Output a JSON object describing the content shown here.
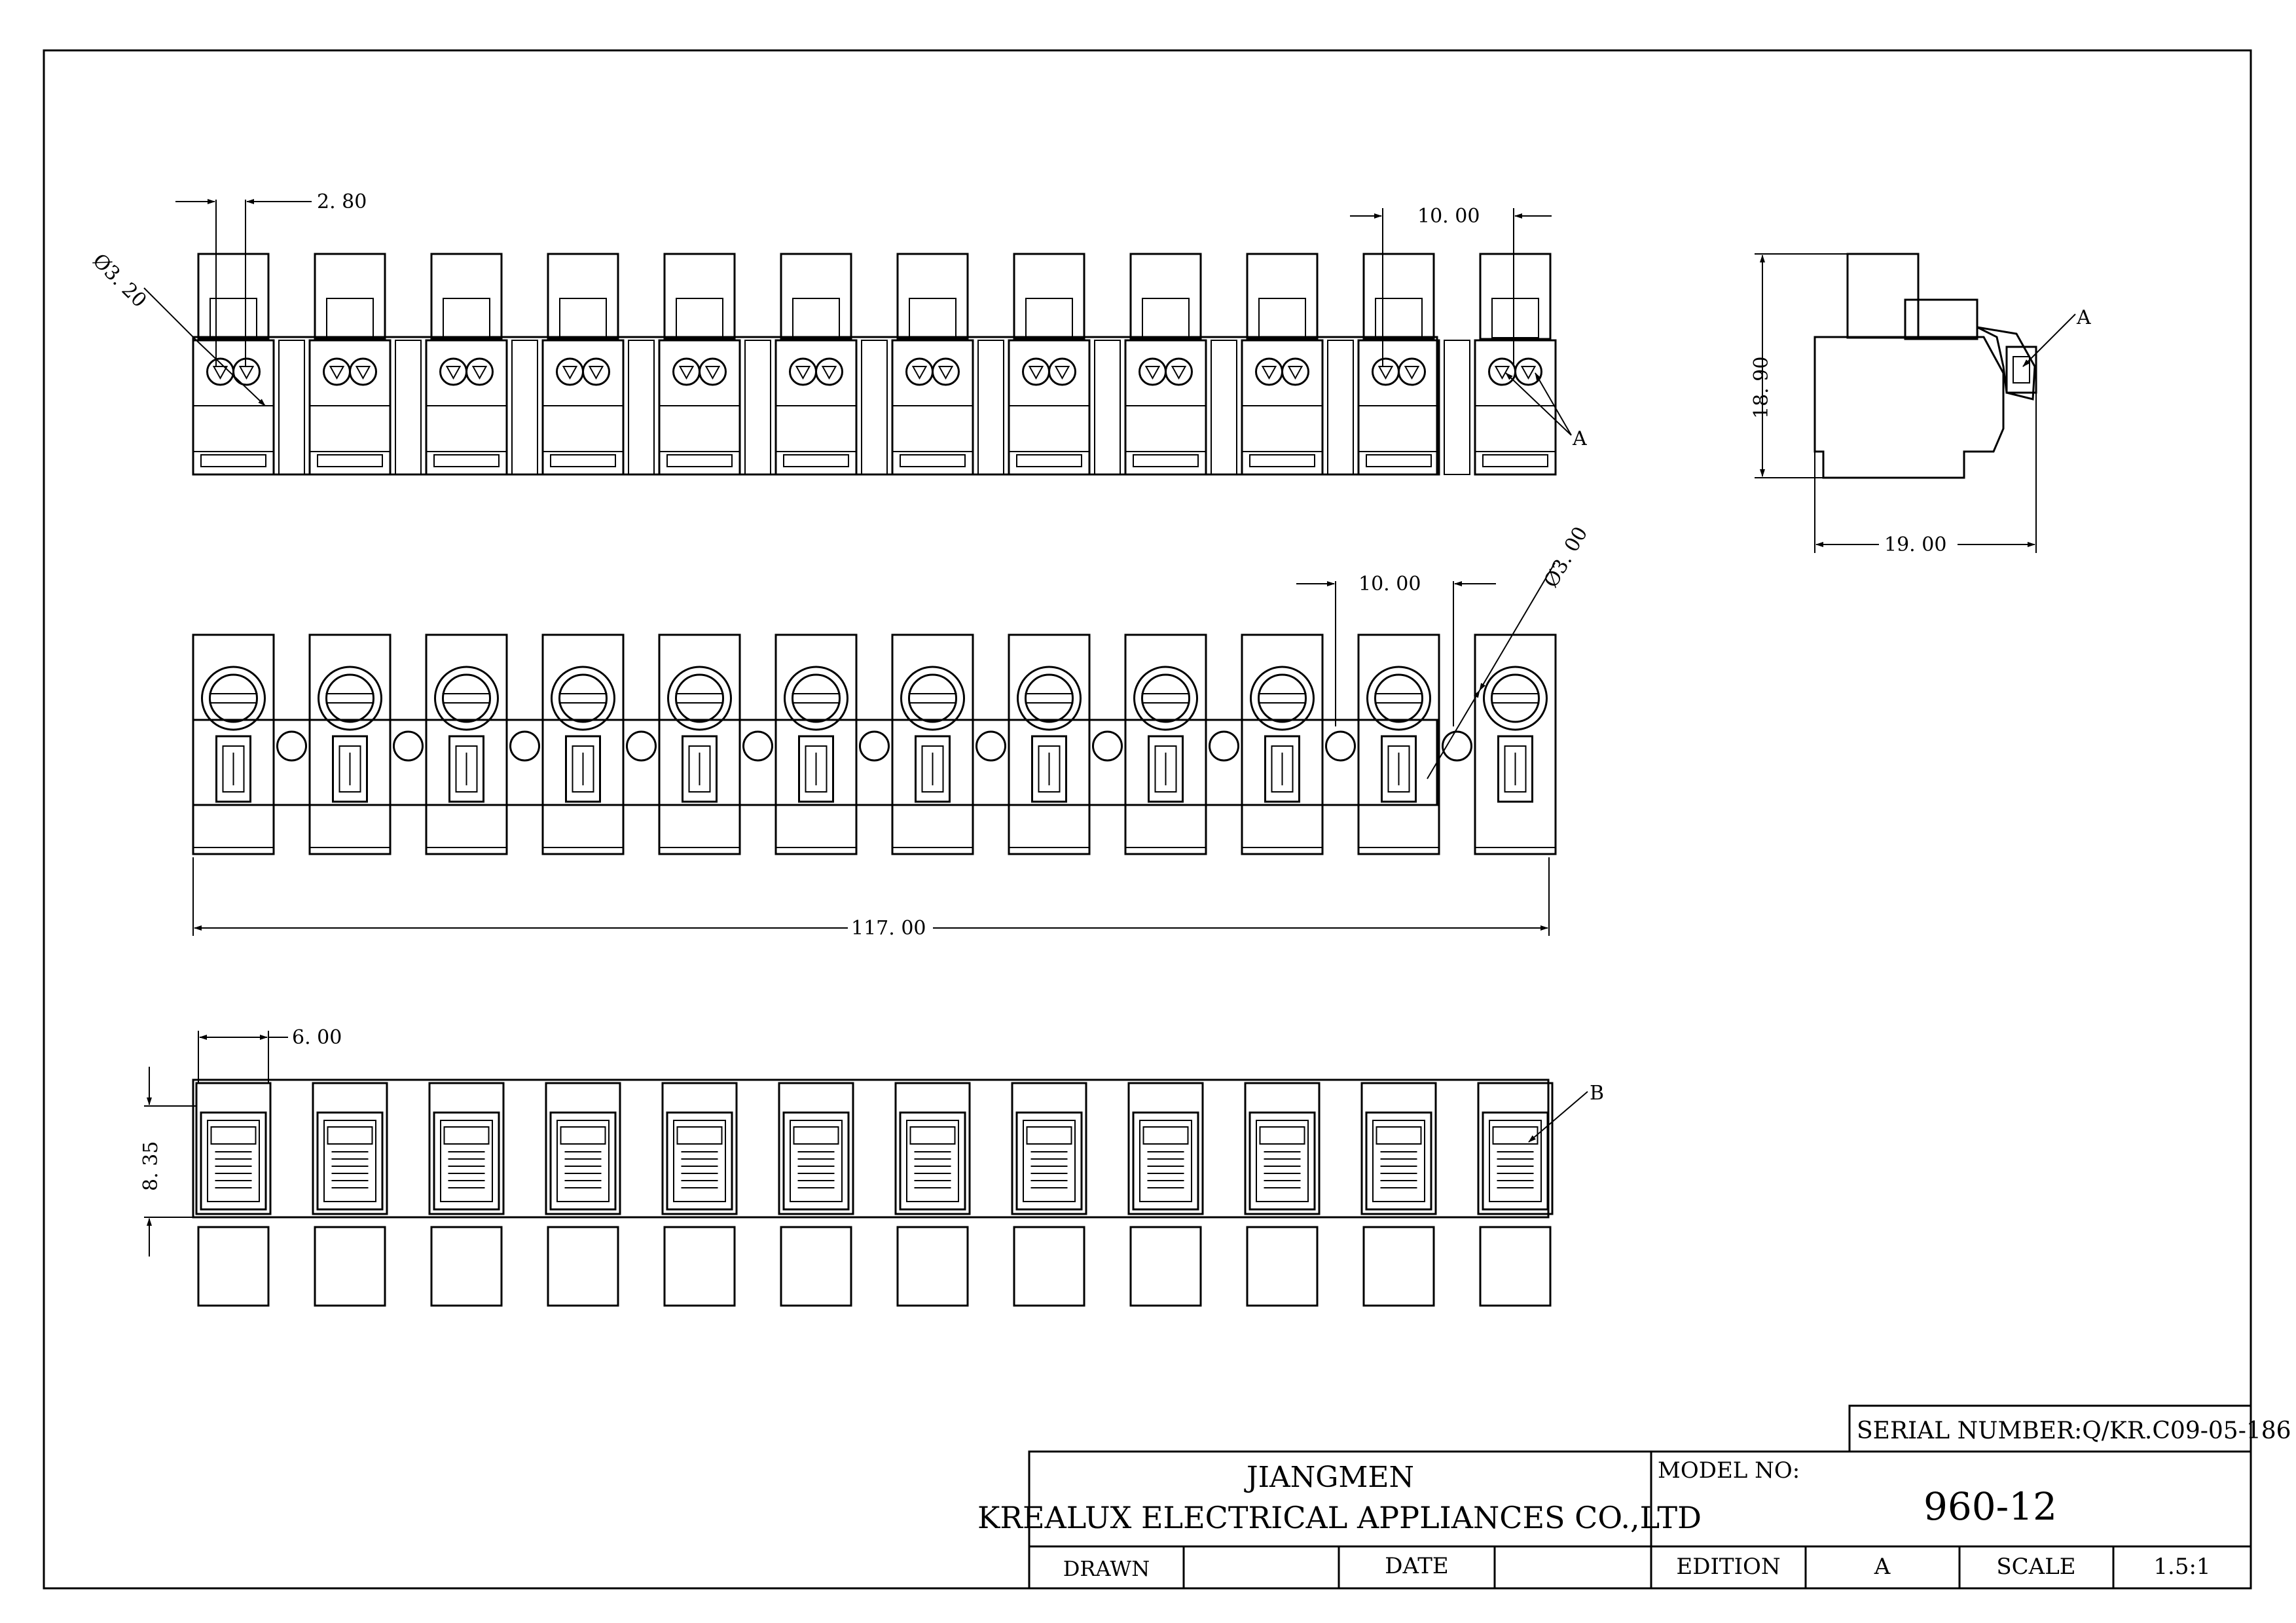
{
  "diagram": {
    "terminal_count": 12,
    "dimensions": {
      "pin_pitch_top": "2. 80",
      "hole_diameter_top": "Ø3. 20",
      "pitch_top": "10. 00",
      "pitch_front": "10. 00",
      "screw_diameter": "Ø3. 00",
      "overall_length": "117. 00",
      "slot_width": "6. 00",
      "slot_height": "8. 35",
      "side_height": "18. 90",
      "side_width": "19. 00"
    },
    "callouts": {
      "a_top": "A",
      "a_side": "A",
      "b_bottom": "B"
    }
  },
  "title_block": {
    "serial_number": "SERIAL NUMBER:Q/KR.C09-05-186",
    "company_line1": "JIANGMEN",
    "company_line2": "KREALUX ELECTRICAL APPLIANCES CO.,LTD",
    "model_label": "MODEL NO:",
    "model_value": "960-12",
    "drawn_label": "DRAWN",
    "drawn_value": "",
    "date_label": "DATE",
    "date_value": "",
    "edition_label": "EDITION",
    "edition_value": "A",
    "scale_label": "SCALE",
    "scale_value": "1.5:1"
  }
}
